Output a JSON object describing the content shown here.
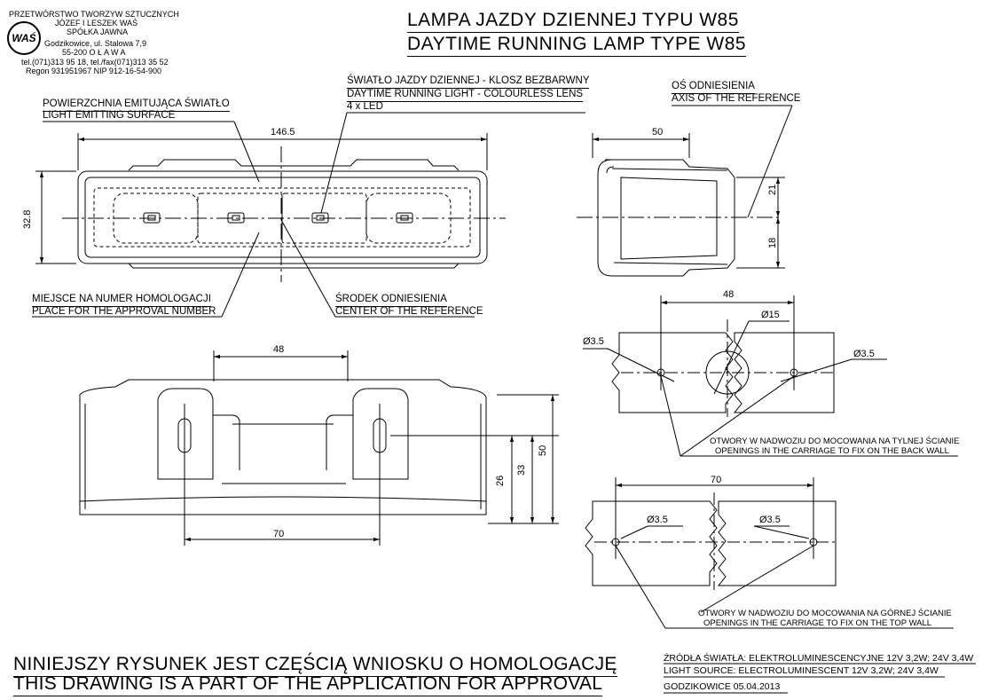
{
  "company": {
    "logo": "WAŚ",
    "lines": [
      "PRZETWÓRSTWO TWORZYW SZTUCZNYCH",
      "JÓZEF I LESZEK WAŚ",
      "SPÓŁKA JAWNA",
      "Godzikowice, ul. Stalowa 7,9",
      "55-200  O Ł A W A",
      "tel.(071)313 95 18, tel./fax(071)313 35 52",
      "Regon 931951967 NIP 912-16-54-900"
    ]
  },
  "title": {
    "pl": "LAMPA JAZDY DZIENNEJ TYPU W85",
    "en": "DAYTIME RUNNING LAMP TYPE W85"
  },
  "labels": {
    "emitting_pl": "POWIERZCHNIA EMITUJĄCA ŚWIATŁO",
    "emitting_en": "LIGHT EMITTING SURFACE",
    "drl_pl": "ŚWIATŁO JAZDY DZIENNEJ - KLOSZ BEZBARWNY",
    "drl_en": "DAYTIME RUNNING LIGHT - COLOURLESS LENS",
    "drl_led": "4 x LED",
    "axis_pl": "OŚ ODNIESIENIA",
    "axis_en": "AXIS OF THE REFERENCE",
    "approval_pl": "MIEJSCE NA NUMER HOMOLOGACJI",
    "approval_en": "PLACE FOR THE APPROVAL NUMBER",
    "center_pl": "ŚRODEK ODNIESIENIA",
    "center_en": "CENTER OF THE REFERENCE",
    "back_pl": "OTWORY W NADWOZIU DO MOCOWANIA NA TYLNEJ ŚCIANIE",
    "back_en": "OPENINGS IN THE CARRIAGE TO FIX ON THE BACK WALL",
    "top_pl": "OTWORY W NADWOZIU DO MOCOWANIA NA GÓRNEJ ŚCIANIE",
    "top_en": "OPENINGS IN THE CARRIAGE TO FIX ON THE TOP WALL"
  },
  "dims": {
    "front_width": "146.5",
    "front_height": "32.8",
    "side_depth": "50",
    "side_upper": "21",
    "side_lower": "18",
    "back_holes": "48",
    "back_center": "Ø15",
    "back_hole_left": "Ø3.5",
    "back_hole_right": "Ø3.5",
    "bottom_holes": "48",
    "bottom_width": "70",
    "bottom_h26": "26",
    "bottom_h33": "33",
    "bottom_h50": "50",
    "top_holes": "70",
    "top_hole_left": "Ø3.5",
    "top_hole_right": "Ø3.5"
  },
  "footer": {
    "note_pl": "NINIEJSZY RYSUNEK JEST CZĘŚCIĄ WNIOSKU O  HOMOLOGACJĘ",
    "note_en": "THIS DRAWING IS A PART OF THE APPLICATION FOR  APPROVAL",
    "source_pl": "ŹRÓDŁA ŚWIATŁA: ELEKTROLUMINESCENCYJNE   12V  3,2W; 24V  3,4W",
    "source_en": "LIGHT SOURCE: ELECTROLUMINESCENT    12V  3,2W; 24V  3,4W",
    "place_date": "GODZIKOWICE  05.04.2013"
  }
}
